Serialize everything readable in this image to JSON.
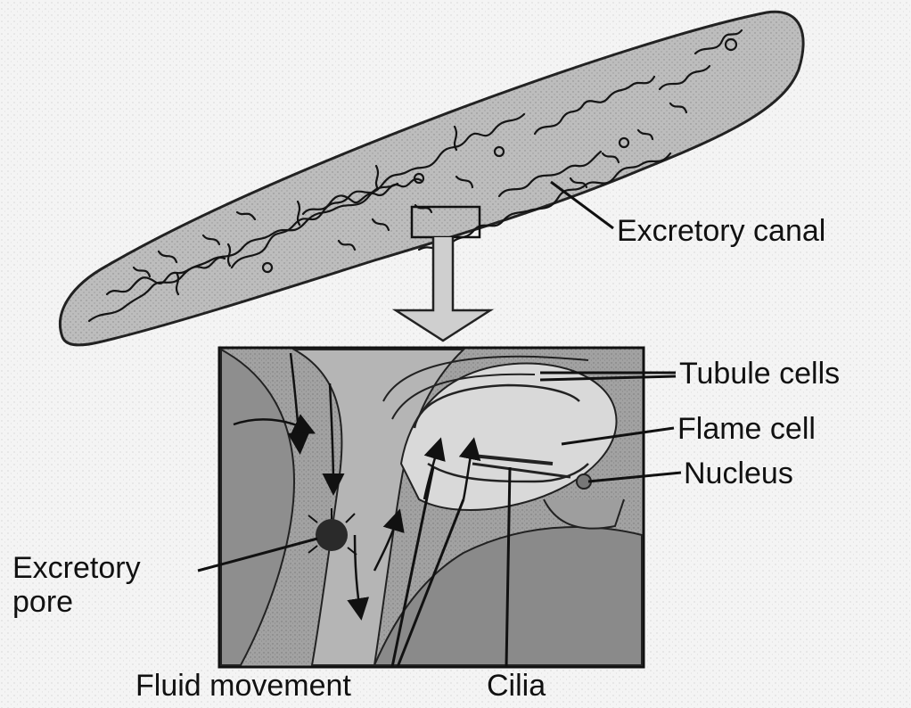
{
  "diagram": {
    "labels": {
      "excretory_canal": "Excretory canal",
      "tubule_cells": "Tubule cells",
      "flame_cell": "Flame cell",
      "nucleus": "Nucleus",
      "excretory_pore_line1": "Excretory",
      "excretory_pore_line2": "pore",
      "fluid_movement": "Fluid movement",
      "cilia": "Cilia"
    },
    "colors": {
      "ink": "#111111",
      "body_fill": "#bdbdbd",
      "inset_fill": "#9c9c9c",
      "background": "#f4f4f4"
    }
  }
}
